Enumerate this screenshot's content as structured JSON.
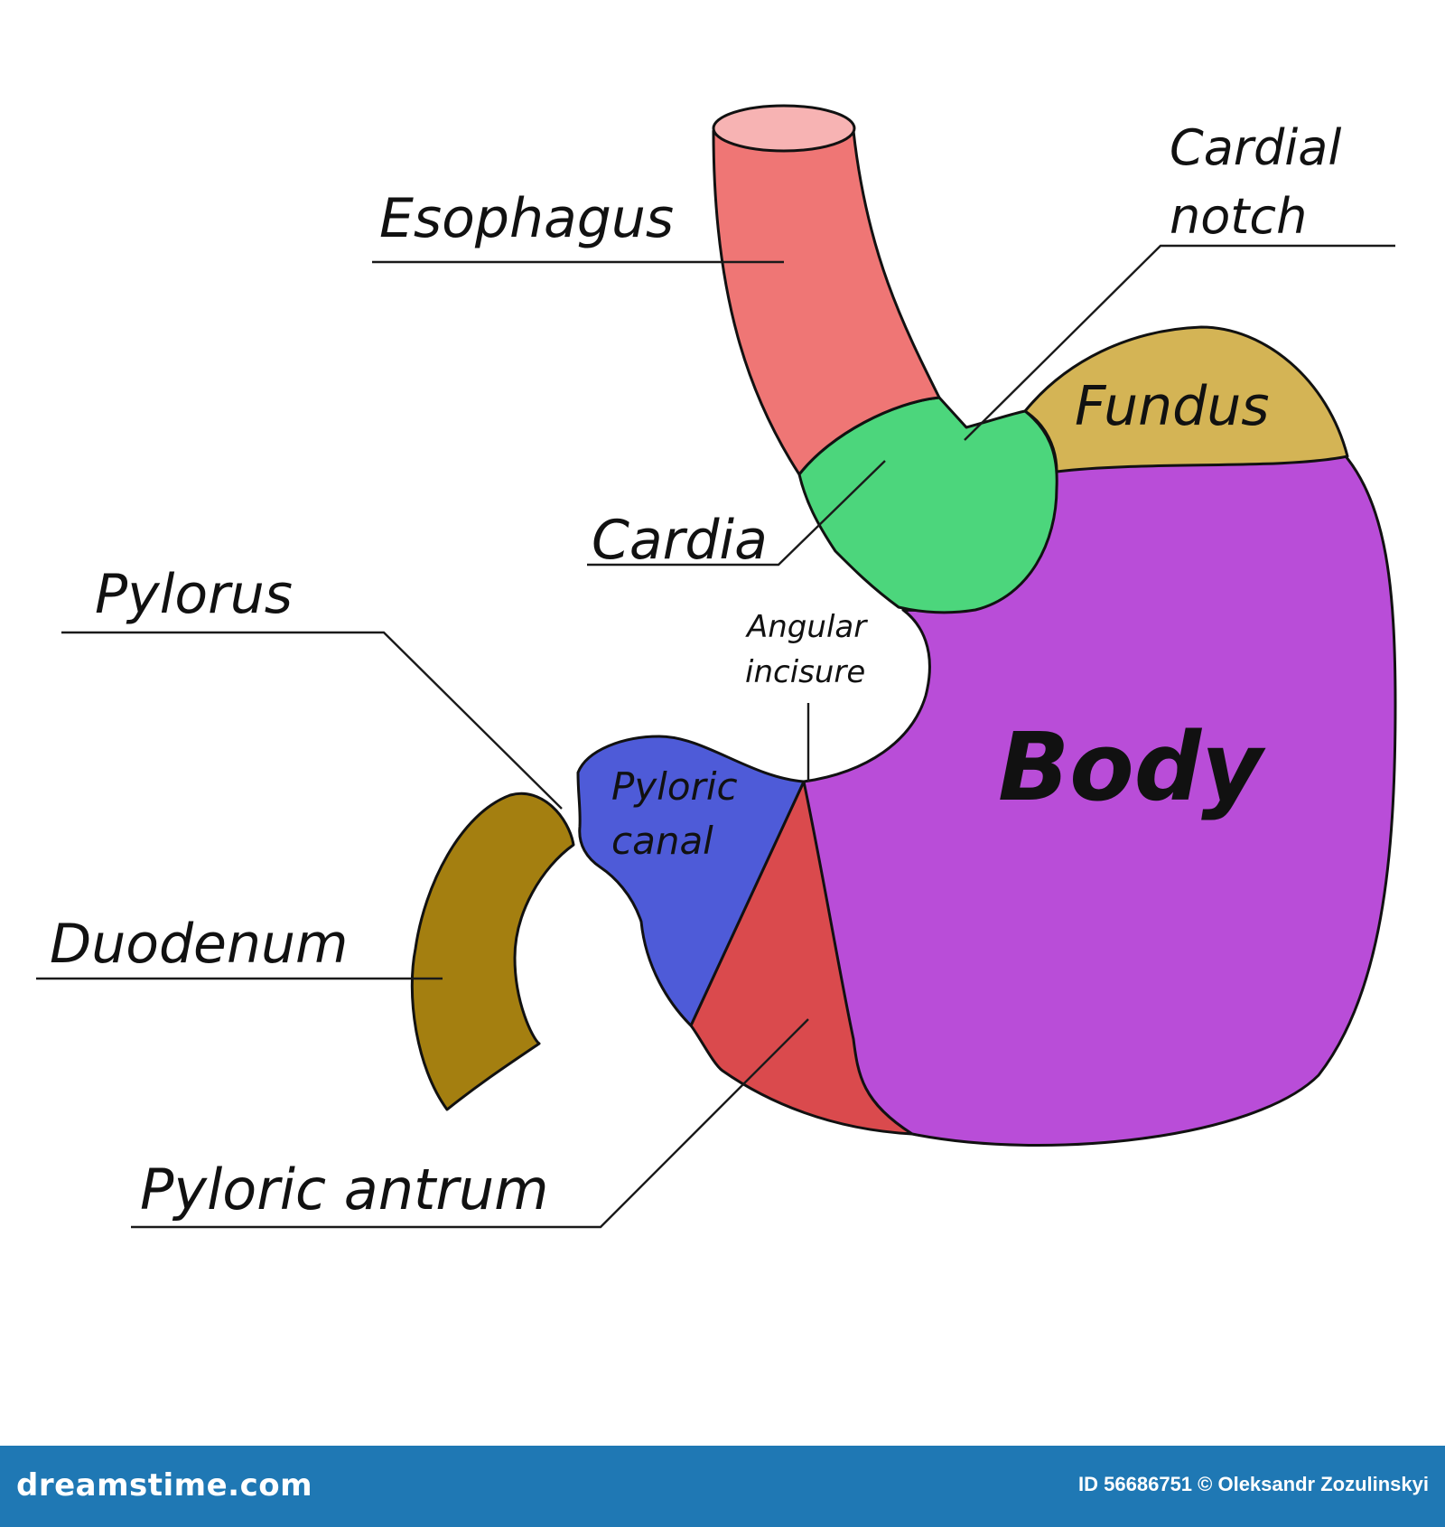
{
  "labels": {
    "esophagus": "Esophagus",
    "cardial_notch_line1": "Cardial",
    "cardial_notch_line2": "notch",
    "fundus": "Fundus",
    "cardia": "Cardia",
    "pylorus": "Pylorus",
    "angular_incisure_line1": "Angular",
    "angular_incisure_line2": "incisure",
    "body": "Body",
    "pyloric_canal_line1": "Pyloric",
    "pyloric_canal_line2": "canal",
    "duodenum": "Duodenum",
    "pyloric_antrum": "Pyloric antrum"
  },
  "colors": {
    "esophagus": "#ef7675",
    "esophagus_top": "#f7b3b3",
    "cardia": "#4cd67c",
    "fundus": "#d4b455",
    "body": "#b94dd8",
    "pyloric_antrum": "#da4a4d",
    "pyloric_canal": "#4e5bd8",
    "duodenum": "#a47f10",
    "footer_bar": "#1f78b4"
  },
  "footer": {
    "site": "dreamstime.com",
    "credit": "ID 56686751 © Oleksandr Zozulinskyi"
  }
}
